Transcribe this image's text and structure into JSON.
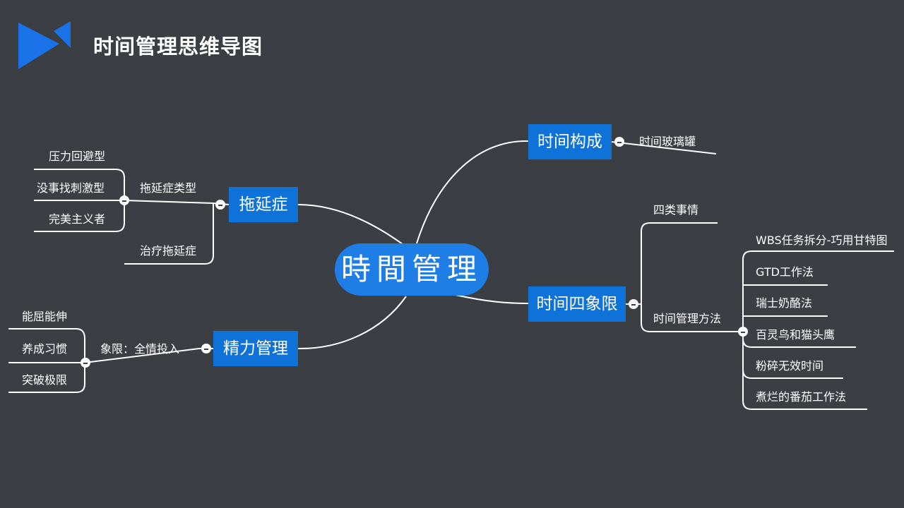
{
  "header": {
    "title": "时间管理思维导图"
  },
  "root": {
    "label": "時間管理"
  },
  "branches": {
    "composition": {
      "label": "时间构成",
      "children": [
        "时间玻璃罐"
      ]
    },
    "quadrants": {
      "label": "时间四象限",
      "four_things": "四类事情",
      "methods": {
        "label": "时间管理方法",
        "items": [
          "WBS任务拆分-巧用甘特图",
          "GTD工作法",
          "瑞士奶酪法",
          "百灵鸟和猫头鹰",
          "粉碎无效时间",
          "煮烂的番茄工作法"
        ]
      }
    },
    "procrastination": {
      "label": "拖延症",
      "types": {
        "label": "拖延症类型",
        "items": [
          "压力回避型",
          "没事找刺激型",
          "完美主义者"
        ]
      },
      "treatment": "治疗拖延症"
    },
    "energy": {
      "label": "精力管理",
      "quadrant": {
        "label": "象限：全情投入",
        "items": [
          "能屈能伸",
          "养成习惯",
          "突破极限"
        ]
      }
    }
  },
  "colors": {
    "background": "#3b3e43",
    "node_blue": "#0f72d9",
    "root_blue": "#1e7ee6",
    "logo_blue": "#1a73e8",
    "line": "#ffffff"
  },
  "icons": {
    "logo": "play-logo-icon",
    "collapse": "collapse-icon"
  }
}
